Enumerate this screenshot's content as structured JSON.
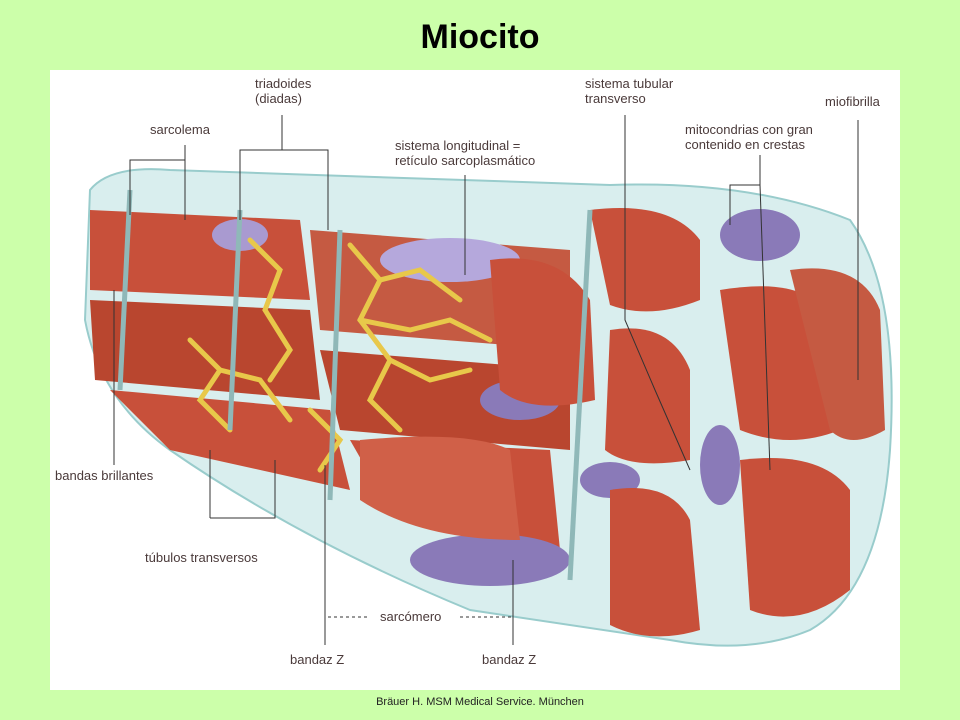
{
  "title": "Miocito",
  "footer": "Bräuer H. MSM Medical Service. München",
  "labels": {
    "triadoides": "triadoides\n(diadas)",
    "sarcolema": "sarcolema",
    "sistema_longitudinal": "sistema longitudinal =\nretículo sarcoplasmático",
    "sistema_tubular": "sistema tubular\ntransverso",
    "miofibrilla": "miofibrilla",
    "mitocondrias": "mitocondrias con gran\ncontenido en crestas",
    "bandas_brillantes": "bandas brillantes",
    "tubulos_transversos": "túbulos transversos",
    "sarcomero": "sarcómero",
    "bandaz_z_left": "bandaz Z",
    "bandaz_z_right": "bandaz Z"
  },
  "colors": {
    "background": "#ccffaa",
    "muscle": "#c8503a",
    "reticulum": "#e8c84a",
    "membrane": "#c8e4e4",
    "mitochondria": "#8a7ab8"
  }
}
